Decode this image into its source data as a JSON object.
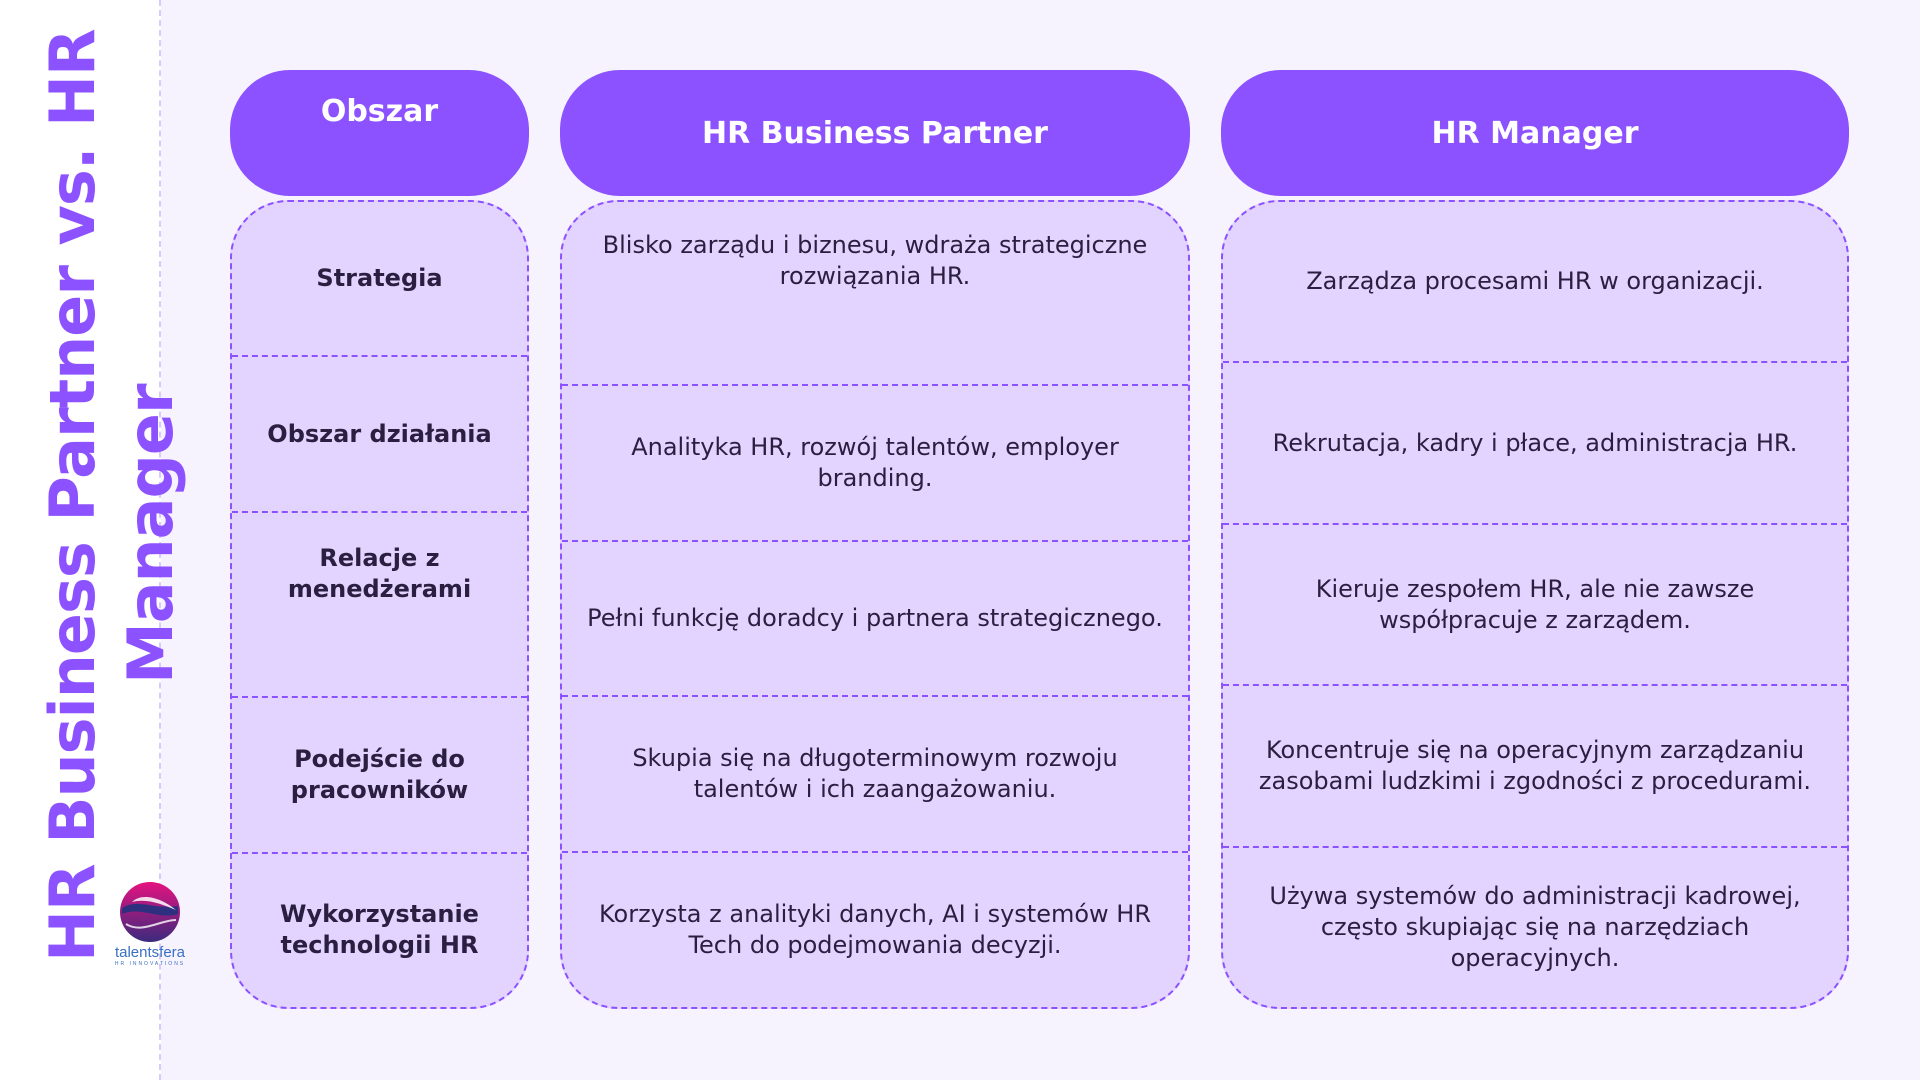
{
  "title": {
    "line1": "HR Business Partner vs. HR",
    "line2": "Manager"
  },
  "logo": {
    "name": "talentsfera",
    "tagline": "HR INNOVATIONS"
  },
  "colors": {
    "accent": "#8c52ff",
    "cell_bg": "#e2d4fe",
    "page_bg": "#f6f2fe"
  },
  "table": {
    "headers": [
      "Obszar",
      "HR Business Partner",
      "HR Manager"
    ],
    "rows": [
      {
        "area": "Strategia",
        "hrbp": "Blisko zarządu i biznesu, wdraża strategiczne rozwiązania HR.",
        "hrm": "Zarządza procesami HR w organizacji."
      },
      {
        "area": "Obszar działania",
        "hrbp": "Analityka HR, rozwój talentów, employer branding.",
        "hrm": "Rekrutacja, kadry i płace, administracja HR."
      },
      {
        "area": "Relacje z menedżerami",
        "hrbp": "Pełni funkcję doradcy i partnera strategicznego.",
        "hrm": "Kieruje zespołem HR, ale nie zawsze współpracuje z zarządem."
      },
      {
        "area": "Podejście do pracowników",
        "hrbp": "Skupia się na długoterminowym rozwoju talentów i ich zaangażowaniu.",
        "hrm": "Koncentruje się na operacyjnym zarządzaniu zasobami ludzkimi i zgodności z procedurami."
      },
      {
        "area": "Wykorzystanie technologii HR",
        "hrbp": "Korzysta z analityki danych, AI i systemów HR Tech do podejmowania decyzji.",
        "hrm": "Używa systemów do administracji kadrowej, często skupiając się na narzędziach operacyjnych."
      }
    ]
  }
}
